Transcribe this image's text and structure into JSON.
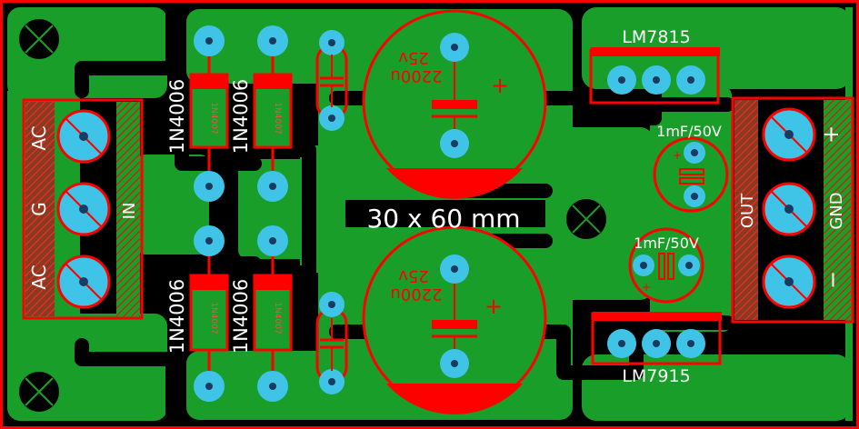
{
  "colors": {
    "background": "#000000",
    "copper": "#1a9e2a",
    "silk": "#ff0000",
    "pad": "#3fc4e8",
    "hole": "#1a3a60",
    "text": "#ffffff"
  },
  "board": {
    "dimension_label": "30 x 60 mm"
  },
  "diodes": [
    {
      "part": "1N4006",
      "body_text": "1N4007"
    },
    {
      "part": "1N4006",
      "body_text": "1N4007"
    },
    {
      "part": "1N4006",
      "body_text": "1N4007"
    },
    {
      "part": "1N4006",
      "body_text": "1N4007"
    }
  ],
  "capacitors": {
    "bulk_top": {
      "value": "2200u",
      "voltage": "25v",
      "polarity": "+"
    },
    "bulk_bottom": {
      "value": "2200u",
      "voltage": "25v",
      "polarity": "+"
    },
    "out_top": {
      "value": "1mF/50V"
    },
    "out_bottom": {
      "value": "1mF/50V"
    }
  },
  "regulators": {
    "positive": "LM7815",
    "negative": "LM7915"
  },
  "input_terminal": {
    "labels": [
      "AC",
      "G",
      "AC"
    ],
    "side_label": "IN"
  },
  "output_terminal": {
    "side_label": "OUT",
    "labels": [
      "+",
      "GND",
      "−"
    ]
  }
}
